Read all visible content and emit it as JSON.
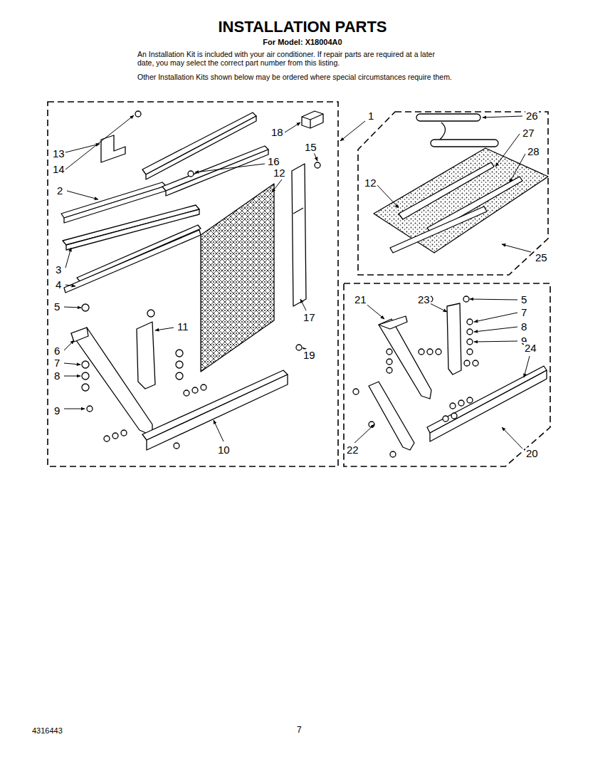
{
  "diagram": {
    "title": "INSTALLATION PARTS",
    "labels": [
      "For Model: X18004A0",
      "An Installation Kit is included with your air conditioner. If repair parts are required at a later date, you may select the correct part number from this listing.",
      "Other Installation Kits shown below may be ordered where special circumstances require them.",
      "1",
      "13",
      "14",
      "2",
      "3",
      "4",
      "18",
      "15",
      "16",
      "12",
      "5",
      "6",
      "7",
      "8",
      "9",
      "11",
      "17",
      "19",
      "10",
      "26",
      "27",
      "28",
      "12",
      "25",
      "21",
      "23",
      "5",
      "7",
      "8",
      "9",
      "24",
      "22",
      "20",
      "4316443",
      "7"
    ]
  }
}
